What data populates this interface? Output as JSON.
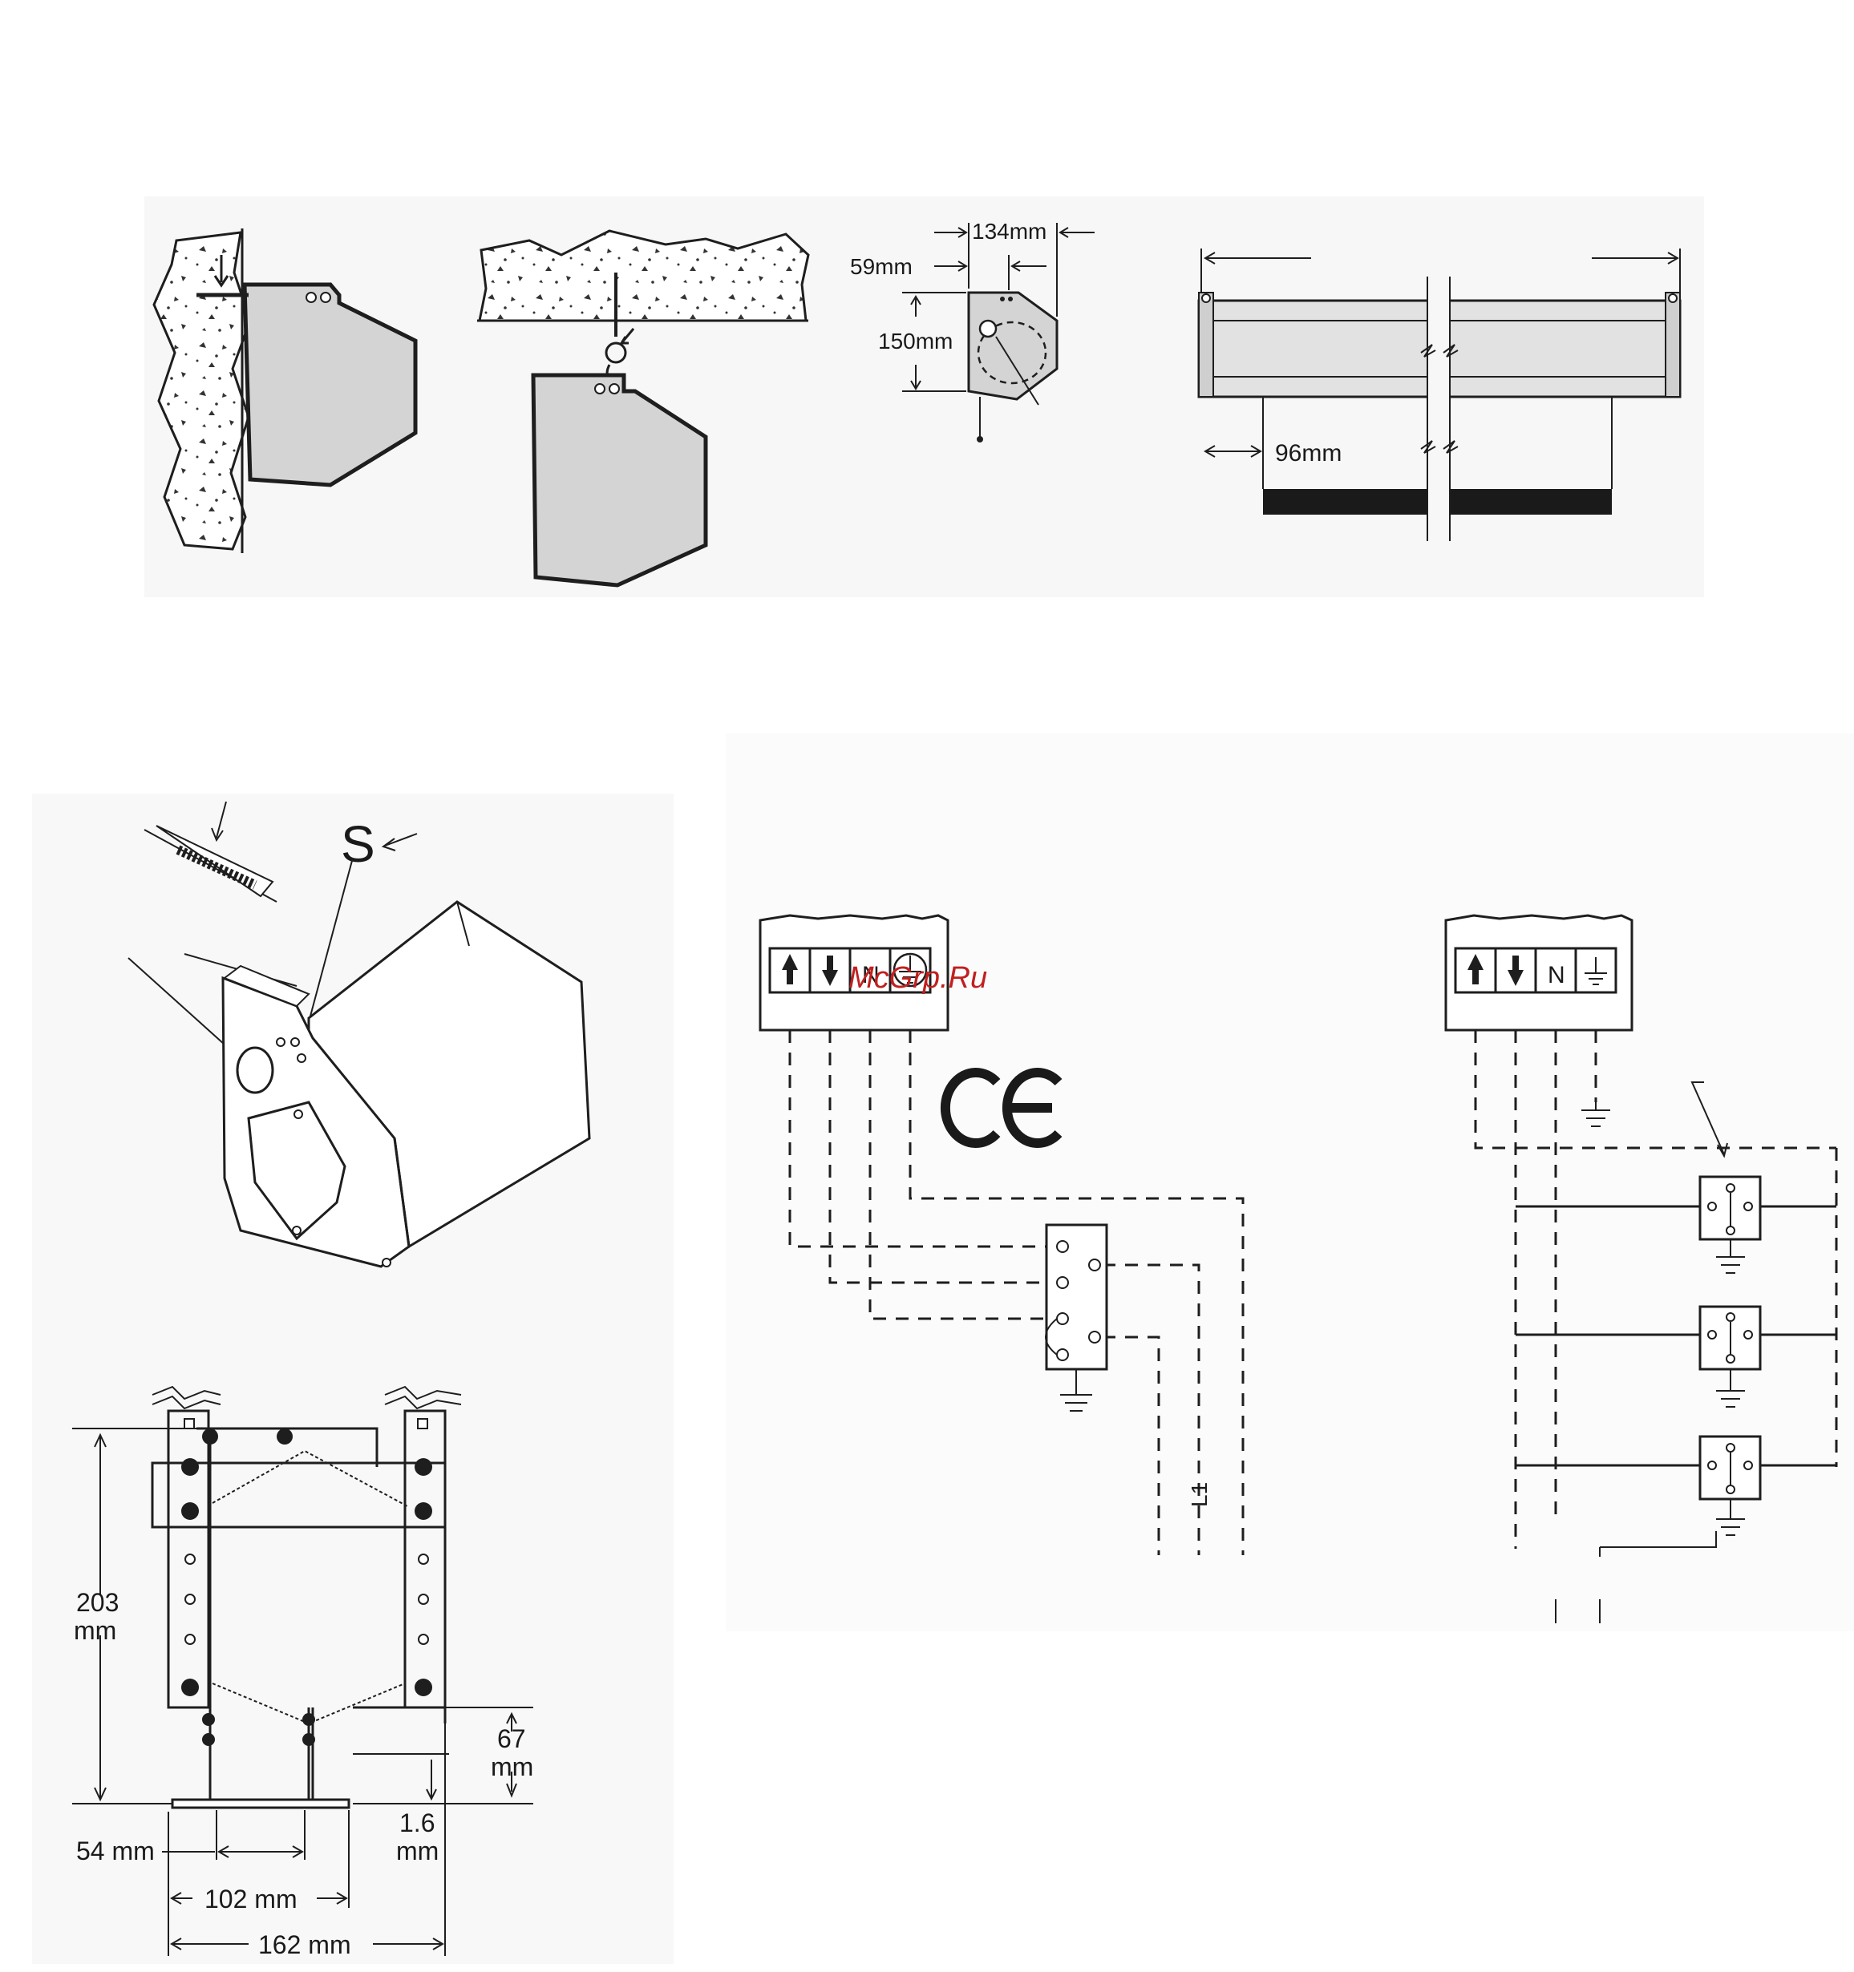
{
  "watermark": "McGrp.Ru",
  "colors": {
    "ink": "#1e1e1e",
    "housing_grey": "#d4d4d4",
    "panel_bg": "#f6f6f6",
    "watermark_red": "#c02020"
  },
  "fig_mounting_dims": {
    "d134": "134mm",
    "d59": "59mm",
    "d150": "150mm"
  },
  "fig_screen_length": {
    "d96": "96mm"
  },
  "fig_bracket": {
    "d203": "203",
    "d203_unit": "mm",
    "d67": "67",
    "d67_unit": "mm",
    "d16": "1.6",
    "d16_unit": "mm",
    "d54": "54 mm",
    "d102": "102 mm",
    "d162": "162 mm"
  },
  "wiring_a": {
    "terminals": [
      "up-arrow-icon",
      "down-arrow-icon",
      "N",
      "earth-icon"
    ],
    "terminal_n": "N",
    "mark": "CE",
    "line_label": "L1"
  },
  "wiring_b": {
    "terminal_n": "N"
  }
}
